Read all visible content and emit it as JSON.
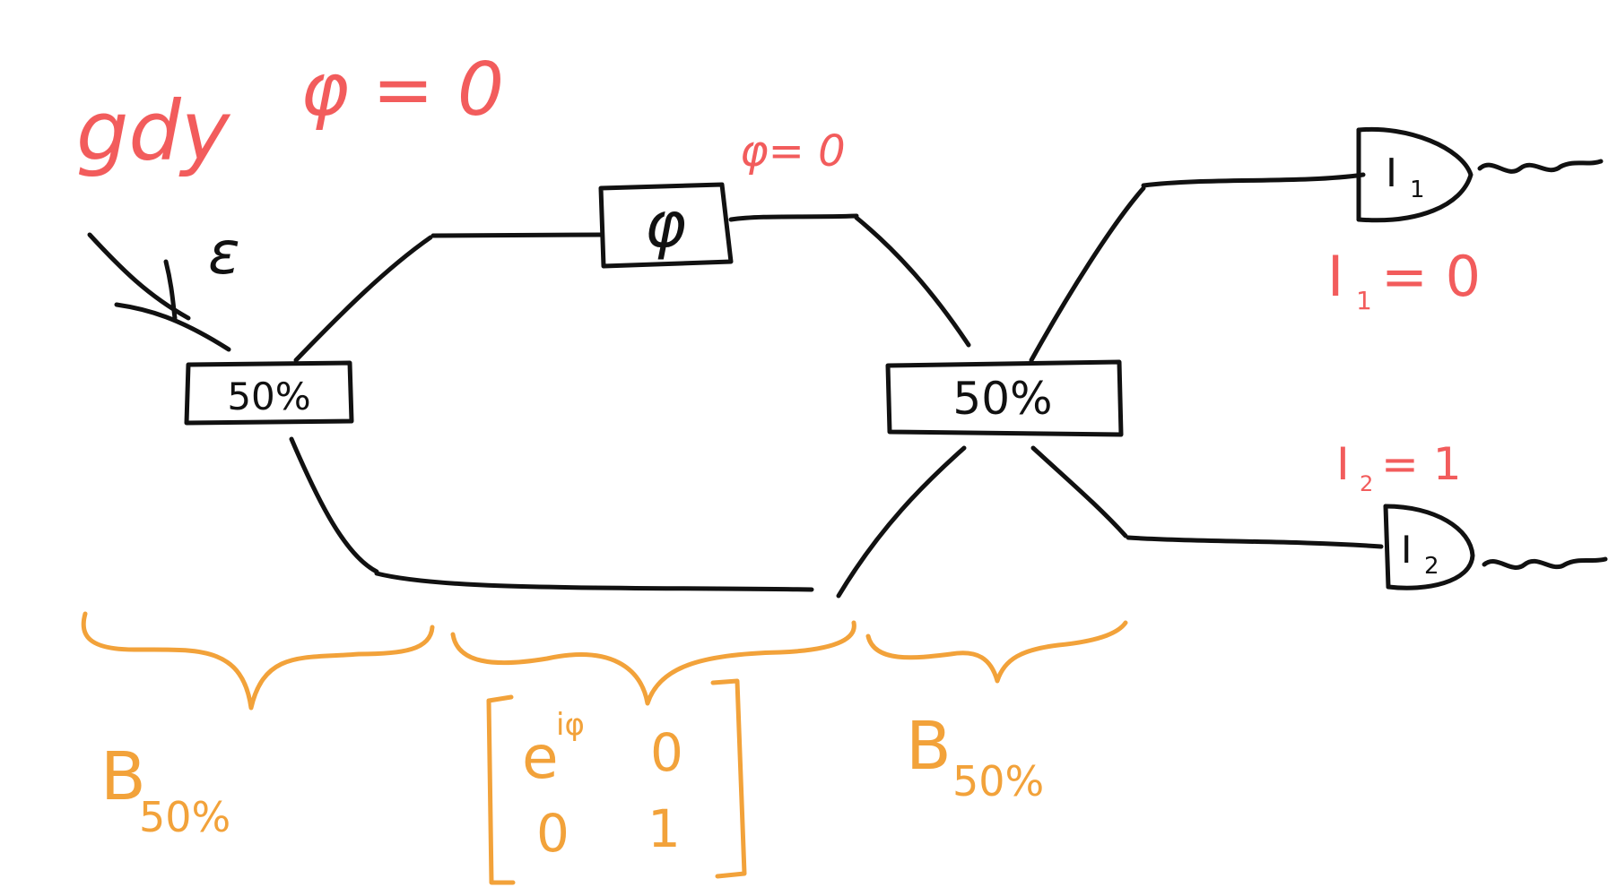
{
  "colors": {
    "ink": "#111111",
    "annotation_red": "#f25c5c",
    "annotation_orange": "#f2a23a",
    "background": "#ffffff"
  },
  "header": {
    "condition_word": "gdy",
    "condition_eq": "φ = 0"
  },
  "source": {
    "label": "ε"
  },
  "splitters": {
    "left": "50%",
    "right": "50%"
  },
  "phase": {
    "box_label": "φ",
    "value_note": "φ= 0"
  },
  "detectors": {
    "d1": {
      "name": "I",
      "sub": "1",
      "reading_label": "I",
      "reading_sub": "1",
      "reading_value": "= 0"
    },
    "d2": {
      "name": "I",
      "sub": "2",
      "reading_label": "I",
      "reading_sub": "2",
      "reading_value": "= 1"
    }
  },
  "matrices": {
    "left_label": "B",
    "left_sub": "50%",
    "phase_matrix": {
      "m11_base": "e",
      "m11_exp": "iφ",
      "m12": "0",
      "m21": "0",
      "m22": "1"
    },
    "right_label": "B",
    "right_sub": "50%"
  }
}
